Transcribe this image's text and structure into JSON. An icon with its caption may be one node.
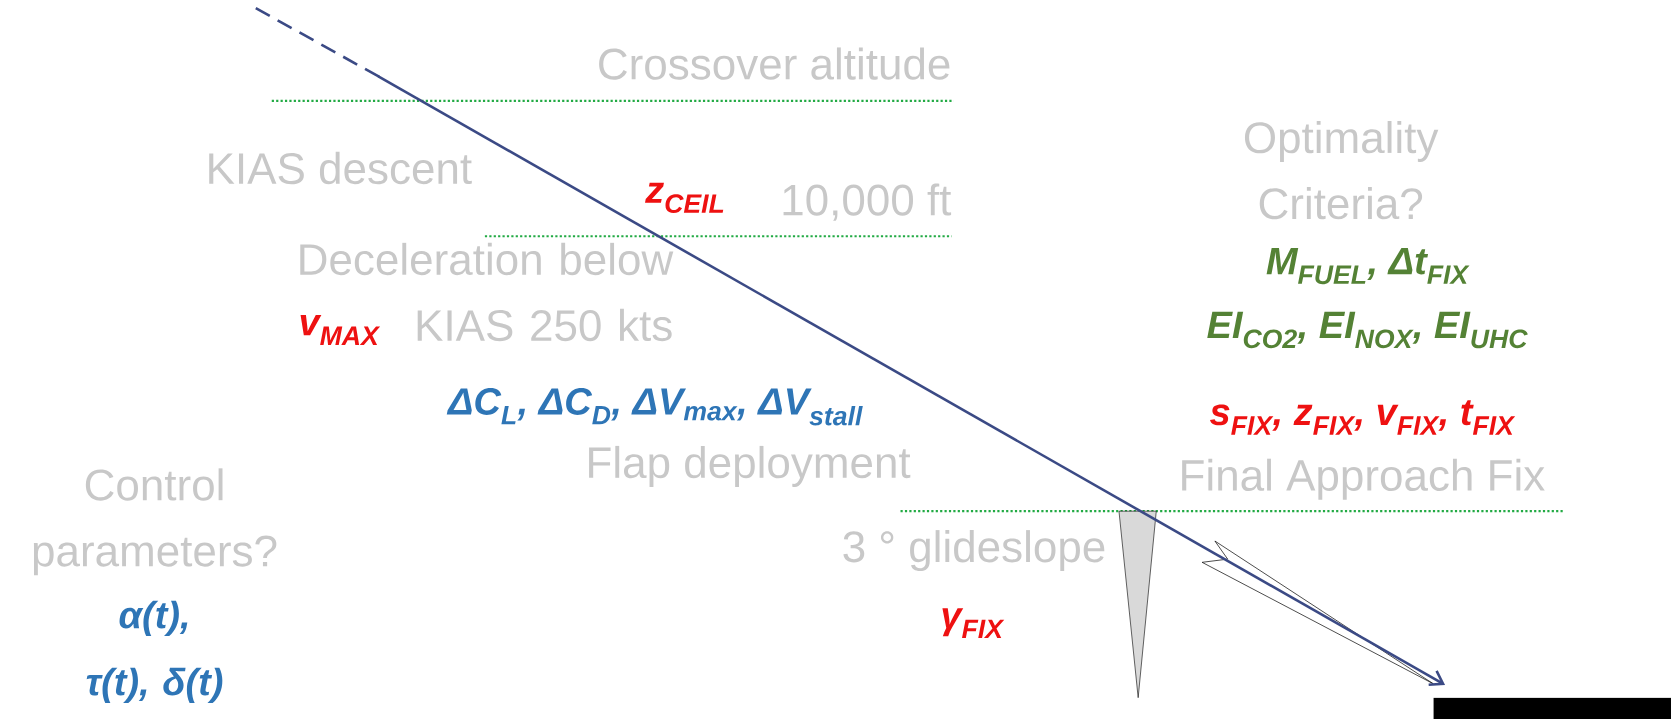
{
  "diagram": {
    "labels": [
      "Crossover altitude",
      "Optimality Criteria?",
      "M$_{FUEL}$, Δt$_{FIX}$",
      "KIAS descent",
      "10,000 ft",
      "z$_{CEIL}$",
      "EI$_{CO2}$, EI$_{NOX}$, EI$_{UHC}$",
      "Deceleration below KIAS 250 kts",
      "v$_{MAX}$",
      "ΔC$_{L}$, ΔC$_{D}$, ΔV$_{max}$, ΔV$_{stall}$",
      "Flap deployment",
      "Control parameters?",
      "α(t), τ(t), δ(t)",
      "Final Approach Fix",
      "s$_{FIX}$, z$_{FIX}$, v$_{FIX}$, t$_{FIX}$",
      "3 ° glideslope",
      "γ$_{FIX}$"
    ]
  }
}
